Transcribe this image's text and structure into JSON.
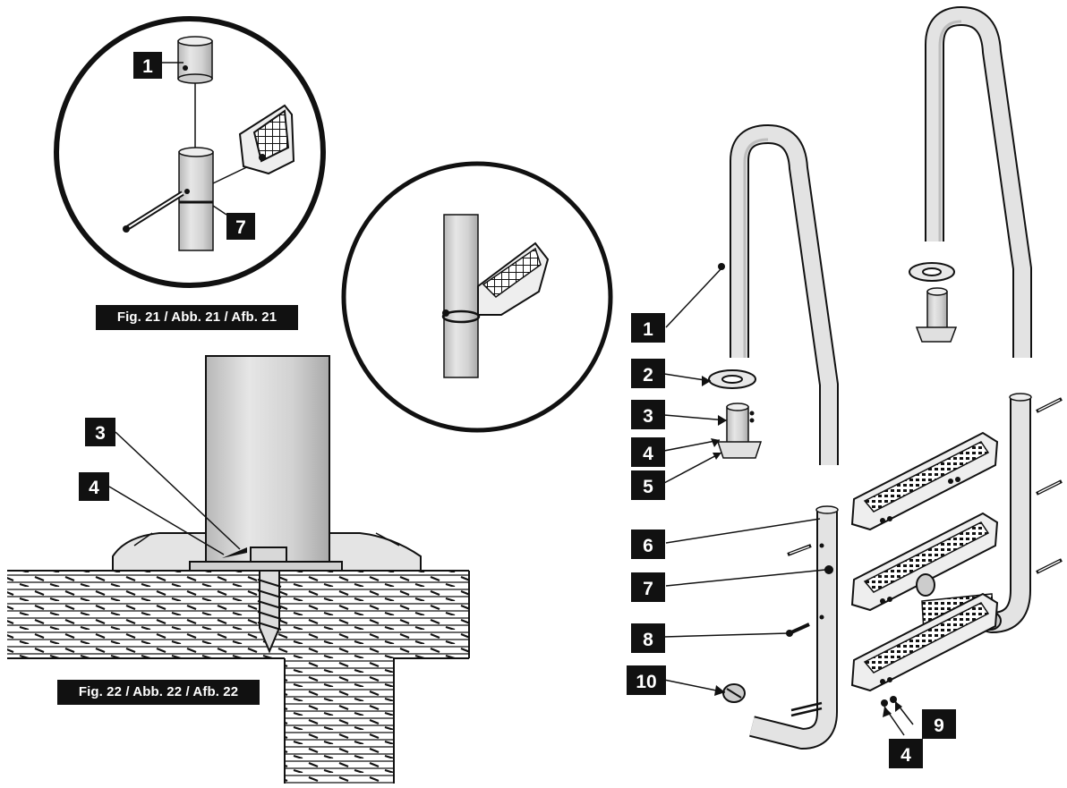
{
  "figures": {
    "fig21": {
      "caption": "Fig. 21 / Abb. 21 / Afb. 21",
      "labels": [
        "1",
        "7"
      ]
    },
    "fig22": {
      "caption": "Fig. 22 / Abb. 22 / Afb. 22",
      "labels": [
        "3",
        "4"
      ]
    },
    "exploded": {
      "labels": [
        "1",
        "2",
        "3",
        "4",
        "5",
        "6",
        "7",
        "8",
        "10",
        "9",
        "4"
      ]
    }
  },
  "colors": {
    "line": "#111111",
    "tube": "#dcdcdc",
    "tube_shade": "#b4b4b4",
    "label_bg": "#111111",
    "label_fg": "#ffffff"
  }
}
